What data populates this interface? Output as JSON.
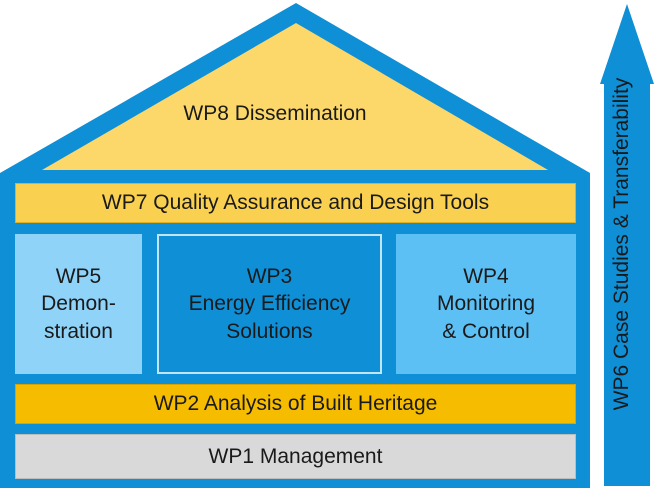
{
  "colors": {
    "blue_dark": "#0f8fd6",
    "blue_light": "#8fd3f8",
    "blue_mid": "#5cc0f5",
    "roof_fill": "#fcd86a",
    "yellow": "#f9d050",
    "orange_yellow": "#f5bc00",
    "gray": "#d9d9d9"
  },
  "wp8": {
    "label": "WP8 Dissemination"
  },
  "wp7": {
    "label": "WP7 Quality Assurance and Design Tools"
  },
  "wp5": {
    "line1": "WP5",
    "line2": "Demon-",
    "line3": "stration"
  },
  "wp3": {
    "line1": "WP3",
    "line2": "Energy Efficiency",
    "line3": "Solutions"
  },
  "wp4": {
    "line1": "WP4",
    "line2": "Monitoring",
    "line3": "& Control"
  },
  "wp2": {
    "label": "WP2 Analysis of Built Heritage"
  },
  "wp1": {
    "label": "WP1 Management"
  },
  "wp6": {
    "label": "WP6 Case Studies & Transferability"
  }
}
